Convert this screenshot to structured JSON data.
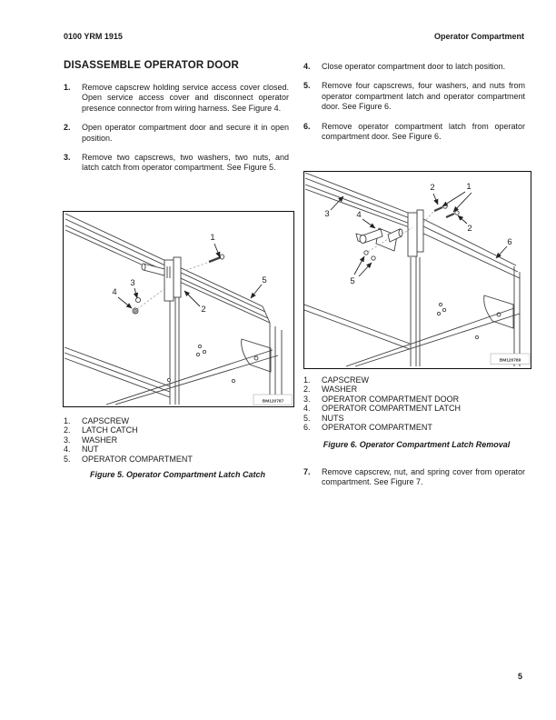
{
  "header": {
    "doc_number": "0100 YRM 1915",
    "section": "Operator Compartment"
  },
  "title": "DISASSEMBLE OPERATOR DOOR",
  "steps_left": [
    {
      "num": "1.",
      "text": "Remove capscrew holding service access cover closed. Open service access cover and disconnect operator presence connector from wiring harness. See Figure 4."
    },
    {
      "num": "2.",
      "text": "Open operator compartment door and secure it in open position."
    },
    {
      "num": "3.",
      "text": "Remove two capscrews, two washers, two nuts, and latch catch from operator compartment. See Figure 5."
    }
  ],
  "steps_right": [
    {
      "num": "4.",
      "text": "Close operator compartment door to latch position."
    },
    {
      "num": "5.",
      "text": "Remove four capscrews, four washers, and nuts from operator compartment latch and operator compartment door. See Figure 6."
    },
    {
      "num": "6.",
      "text": "Remove operator compartment latch from operator compartment door. See Figure 6."
    }
  ],
  "step7": {
    "num": "7.",
    "text": "Remove capscrew, nut, and spring cover from operator compartment. See Figure 7."
  },
  "figure5": {
    "image_id": "BM120787",
    "callouts": {
      "c1": "1",
      "c2": "2",
      "c3": "3",
      "c4": "4",
      "c5": "5"
    },
    "parts": [
      {
        "num": "1.",
        "label": "CAPSCREW"
      },
      {
        "num": "2.",
        "label": "LATCH CATCH"
      },
      {
        "num": "3.",
        "label": "WASHER"
      },
      {
        "num": "4.",
        "label": "NUT"
      },
      {
        "num": "5.",
        "label": "OPERATOR COMPARTMENT"
      }
    ],
    "caption": "Figure 5. Operator Compartment Latch Catch"
  },
  "figure6": {
    "image_id": "BM120789",
    "callouts": {
      "c1": "1",
      "c2a": "2",
      "c2b": "2",
      "c3": "3",
      "c4": "4",
      "c5": "5",
      "c6": "6"
    },
    "parts": [
      {
        "num": "1.",
        "label": "CAPSCREW"
      },
      {
        "num": "2.",
        "label": "WASHER"
      },
      {
        "num": "3.",
        "label": "OPERATOR COMPARTMENT DOOR"
      },
      {
        "num": "4.",
        "label": "OPERATOR COMPARTMENT LATCH"
      },
      {
        "num": "5.",
        "label": "NUTS"
      },
      {
        "num": "6.",
        "label": "OPERATOR COMPARTMENT"
      }
    ],
    "caption": "Figure 6. Operator Compartment Latch Removal"
  },
  "page_number": "5"
}
